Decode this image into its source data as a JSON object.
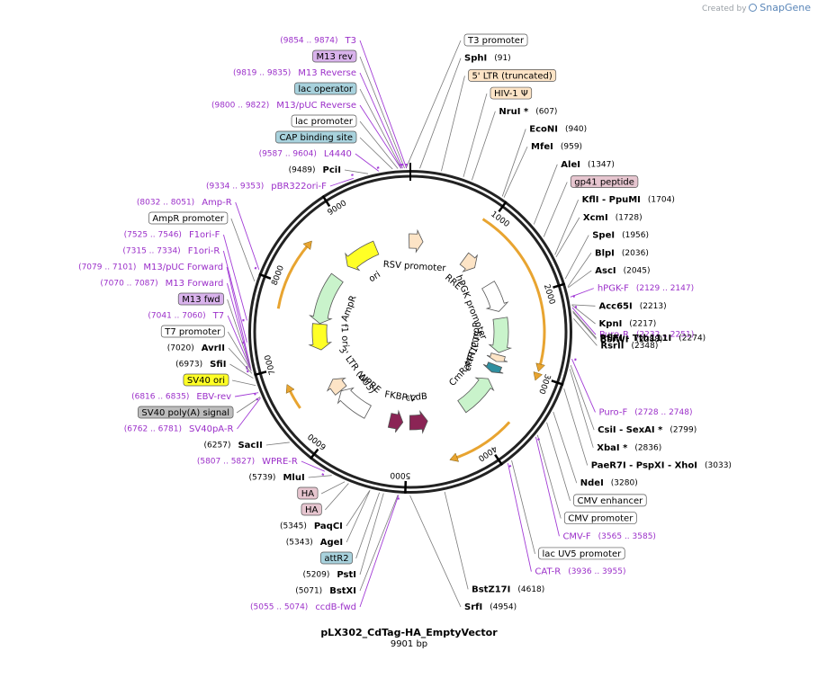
{
  "brand": {
    "created_by": "Created by",
    "name": "SnapGene"
  },
  "plasmid": {
    "name": "pLX302_CdTag-HA_EmptyVector",
    "length": 9901,
    "length_label": "9901 bp"
  },
  "ring_ticks": [
    {
      "pos": 1000,
      "label": "1000"
    },
    {
      "pos": 2000,
      "label": "2000"
    },
    {
      "pos": 3000,
      "label": "3000"
    },
    {
      "pos": 4000,
      "label": "4000"
    },
    {
      "pos": 5000,
      "label": "5000"
    },
    {
      "pos": 6000,
      "label": "6000"
    },
    {
      "pos": 7000,
      "label": "7000"
    },
    {
      "pos": 8000,
      "label": "8000"
    },
    {
      "pos": 9000,
      "label": "9000"
    }
  ],
  "right_labels": [
    {
      "type": "feature",
      "name": "T3 promoter",
      "pos": 9860,
      "fill": "#ffffff"
    },
    {
      "type": "enzyme",
      "name": "SphI",
      "coord": "(91)",
      "pos": 91
    },
    {
      "type": "feature",
      "name": "5' LTR (truncated)",
      "pos": 300,
      "fill": "#fde4c6"
    },
    {
      "type": "feature",
      "name": "HIV-1 Ψ",
      "pos": 520,
      "fill": "#fde4c6"
    },
    {
      "type": "enzyme",
      "name": "NruI *",
      "coord": "(607)",
      "pos": 607
    },
    {
      "type": "enzyme",
      "name": "EcoNI",
      "coord": "(940)",
      "pos": 940
    },
    {
      "type": "enzyme",
      "name": "MfeI",
      "coord": "(959)",
      "pos": 959
    },
    {
      "type": "enzyme",
      "name": "AleI",
      "coord": "(1347)",
      "pos": 1347
    },
    {
      "type": "feature",
      "name": "gp41 peptide",
      "pos": 1500,
      "fill": "#e6c5cf"
    },
    {
      "type": "enzyme",
      "name": "KflI  - PpuMI",
      "coord": "(1704)",
      "pos": 1704
    },
    {
      "type": "enzyme",
      "name": "XcmI",
      "coord": "(1728)",
      "pos": 1728
    },
    {
      "type": "enzyme",
      "name": "SpeI",
      "coord": "(1956)",
      "pos": 1956
    },
    {
      "type": "enzyme",
      "name": "BlpI",
      "coord": "(2036)",
      "pos": 2036
    },
    {
      "type": "enzyme",
      "name": "AscI",
      "coord": "(2045)",
      "pos": 2045
    },
    {
      "type": "primer",
      "name": "hPGK-F",
      "coord": "(2129 .. 2147)",
      "pos": 2138
    },
    {
      "type": "enzyme",
      "name": "Acc65I",
      "coord": "(2213)",
      "pos": 2213
    },
    {
      "type": "enzyme",
      "name": "KpnI",
      "coord": "(2217)",
      "pos": 2217
    },
    {
      "type": "primer",
      "name": "Puro-R",
      "coord": "(2232 .. 2251)",
      "pos": 2241
    },
    {
      "type": "enzyme",
      "name": "PflFI  - Tth111I",
      "coord": "(2274)",
      "pos": 2274
    },
    {
      "type": "enzyme",
      "name": "BsiWI",
      "coord": "(2288)",
      "pos": 2288
    },
    {
      "type": "enzyme",
      "name": "RsrII",
      "coord": "(2348)",
      "pos": 2348
    },
    {
      "type": "primer",
      "name": "Puro-F",
      "coord": "(2728 .. 2748)",
      "pos": 2738
    },
    {
      "type": "enzyme",
      "name": "CsiI  - SexAI *",
      "coord": "(2799)",
      "pos": 2799
    },
    {
      "type": "enzyme",
      "name": "XbaI *",
      "coord": "(2836)",
      "pos": 2836
    },
    {
      "type": "enzyme",
      "name": "PaeR7I  - PspXI  - XhoI",
      "coord": "(3033)",
      "pos": 3033
    },
    {
      "type": "feature",
      "name": "CMV enhancer",
      "pos": 3400,
      "fill": "#ffffff"
    },
    {
      "type": "enzyme",
      "name": "NdeI",
      "coord": "(3280)",
      "pos": 3280
    },
    {
      "type": "feature",
      "name": "CMV promoter",
      "pos": 3550,
      "fill": "#ffffff"
    },
    {
      "type": "primer",
      "name": "CMV-F",
      "coord": "(3565 .. 3585)",
      "pos": 3575
    },
    {
      "type": "feature",
      "name": "lac UV5 promoter",
      "pos": 3900,
      "fill": "#ffffff"
    },
    {
      "type": "primer",
      "name": "CAT-R",
      "coord": "(3936 .. 3955)",
      "pos": 3945
    },
    {
      "type": "enzyme",
      "name": "BstZ17I",
      "coord": "(4618)",
      "pos": 4618
    },
    {
      "type": "enzyme",
      "name": "SrfI",
      "coord": "(4954)",
      "pos": 4954
    }
  ],
  "left_labels": [
    {
      "type": "primer",
      "name": "T3",
      "coord": "(9854 .. 9874)",
      "pos": 9864
    },
    {
      "type": "feature",
      "name": "M13 rev",
      "pos": 9845,
      "fill": "#d9b3ec"
    },
    {
      "type": "primer",
      "name": "M13 Reverse",
      "coord": "(9819 .. 9835)",
      "pos": 9827
    },
    {
      "type": "feature",
      "name": "lac operator",
      "pos": 9815,
      "fill": "#a8d2dd"
    },
    {
      "type": "primer",
      "name": "M13/pUC Reverse",
      "coord": "(9800 .. 9822)",
      "pos": 9811
    },
    {
      "type": "feature",
      "name": "lac promoter",
      "pos": 9780,
      "fill": "#ffffff"
    },
    {
      "type": "feature",
      "name": "CAP binding site",
      "pos": 9730,
      "fill": "#a8d2dd"
    },
    {
      "type": "primer",
      "name": "L4440",
      "coord": "(9587 .. 9604)",
      "pos": 9595
    },
    {
      "type": "enzyme",
      "name": "PciI",
      "coord": "(9489)",
      "pos": 9489
    },
    {
      "type": "primer",
      "name": "pBR322ori-F",
      "coord": "(9334 .. 9353)",
      "pos": 9343
    },
    {
      "type": "primer",
      "name": "Amp-R",
      "coord": "(8032 .. 8051)",
      "pos": 8041
    },
    {
      "type": "feature",
      "name": "AmpR promoter",
      "pos": 7920,
      "fill": "#ffffff"
    },
    {
      "type": "primer",
      "name": "F1ori-F",
      "coord": "(7525 .. 7546)",
      "pos": 7535
    },
    {
      "type": "primer",
      "name": "F1ori-R",
      "coord": "(7315 .. 7334)",
      "pos": 7324
    },
    {
      "type": "primer",
      "name": "M13/pUC Forward",
      "coord": "(7079 .. 7101)",
      "pos": 7090
    },
    {
      "type": "primer",
      "name": "M13 Forward",
      "coord": "(7070 .. 7087)",
      "pos": 7078
    },
    {
      "type": "feature",
      "name": "M13 fwd",
      "pos": 7070,
      "fill": "#d9b3ec"
    },
    {
      "type": "primer",
      "name": "T7",
      "coord": "(7041 .. 7060)",
      "pos": 7050
    },
    {
      "type": "feature",
      "name": "T7 promoter",
      "pos": 7045,
      "fill": "#ffffff"
    },
    {
      "type": "enzyme",
      "name": "AvrII",
      "coord": "(7020)",
      "pos": 7020
    },
    {
      "type": "enzyme",
      "name": "SfiI",
      "coord": "(6973)",
      "pos": 6973
    },
    {
      "type": "feature",
      "name": "SV40 ori",
      "pos": 6900,
      "fill": "#ffff26"
    },
    {
      "type": "primer",
      "name": "EBV-rev",
      "coord": "(6816 .. 6835)",
      "pos": 6825
    },
    {
      "type": "feature",
      "name": "SV40 poly(A) signal",
      "pos": 6780,
      "fill": "#bdbdbd"
    },
    {
      "type": "primer",
      "name": "SV40pA-R",
      "coord": "(6762 .. 6781)",
      "pos": 6771
    },
    {
      "type": "enzyme",
      "name": "SacII",
      "coord": "(6257)",
      "pos": 6257
    },
    {
      "type": "primer",
      "name": "WPRE-R",
      "coord": "(5807 .. 5827)",
      "pos": 5817
    },
    {
      "type": "enzyme",
      "name": "MluI",
      "coord": "(5739)",
      "pos": 5739
    },
    {
      "type": "feature",
      "name": "HA",
      "pos": 5600,
      "fill": "#e6c5cf"
    },
    {
      "type": "feature",
      "name": "HA",
      "pos": 5560,
      "fill": "#e6c5cf"
    },
    {
      "type": "enzyme",
      "name": "PaqCI",
      "coord": "(5345)",
      "pos": 5345
    },
    {
      "type": "enzyme",
      "name": "AgeI",
      "coord": "(5343)",
      "pos": 5343
    },
    {
      "type": "feature",
      "name": "attR2",
      "pos": 5250,
      "fill": "#a8d2dd"
    },
    {
      "type": "enzyme",
      "name": "PstI",
      "coord": "(5209)",
      "pos": 5209
    },
    {
      "type": "enzyme",
      "name": "BstXI",
      "coord": "(5071)",
      "pos": 5071
    },
    {
      "type": "primer",
      "name": "ccdB-fwd",
      "coord": "(5055 .. 5074)",
      "pos": 5064
    }
  ],
  "inner_features": [
    {
      "name": "RSV promoter",
      "start": 9880,
      "end": 220,
      "fill": "#fde4c6",
      "dir": 1
    },
    {
      "name": "RRE",
      "start": 1000,
      "end": 1240,
      "fill": "#fde4c6",
      "dir": 1
    },
    {
      "name": "hPGK promoter",
      "start": 1620,
      "end": 2120,
      "fill": "#ffffff",
      "dir": 1
    },
    {
      "name": "PuroR",
      "start": 2240,
      "end": 2840,
      "fill": "#c9f3cb",
      "dir": 1
    },
    {
      "name": "cPPT/CTS",
      "start": 2880,
      "end": 3000,
      "fill": "#fde4c6",
      "dir": 1
    },
    {
      "name": "attR1",
      "start": 3060,
      "end": 3200,
      "fill": "#2f8fa0",
      "dir": 1
    },
    {
      "name": "CmR",
      "start": 3330,
      "end": 4000,
      "fill": "#c9f3cb",
      "dir": -1
    },
    {
      "name": "ccdB",
      "start": 4650,
      "end": 4960,
      "fill": "#8b2455",
      "dir": -1
    },
    {
      "name": "FKBP-V",
      "start": 5080,
      "end": 5310,
      "fill": "#8b2455",
      "dir": -1
    },
    {
      "name": "WPRE",
      "start": 5720,
      "end": 6310,
      "fill": "#ffffff",
      "dir": 1
    },
    {
      "name": "3' LTR (ΔU3)",
      "start": 6320,
      "end": 6560,
      "fill": "#fde4c6",
      "dir": 1
    },
    {
      "name": "f1 ori",
      "start": 7110,
      "end": 7560,
      "fill": "#ffff26",
      "dir": -1
    },
    {
      "name": "AmpR",
      "start": 7570,
      "end": 8430,
      "fill": "#c9f3cb",
      "dir": -1
    },
    {
      "name": "ori",
      "start": 8700,
      "end": 9290,
      "fill": "#ffff26",
      "dir": -1
    }
  ],
  "inner_label_text": {
    "rsv": "RSV promoter",
    "rre": "RRE",
    "hpgk": "hPGK promoter",
    "puro": "PuroR",
    "cppt": "cPPT/CTS",
    "attr1": "attR1",
    "cmr": "CmR",
    "ccdb": "ccdB",
    "fkbp": "FKBP-V",
    "wpre": "WPRE",
    "ltr3": "3' LTR (ΔU3)",
    "f1": "f1 ori",
    "ampr": "AmpR",
    "ori": "ori"
  },
  "orfs": [
    {
      "start": 900,
      "end": 2950
    },
    {
      "start": 2990,
      "end": 3060
    },
    {
      "start": 3640,
      "end": 4480
    },
    {
      "start": 6470,
      "end": 6790
    },
    {
      "start": 7700,
      "end": 8600
    }
  ],
  "colors": {
    "primer": "#a23bd6",
    "orf": "#e8a430",
    "ring": "#222222"
  }
}
